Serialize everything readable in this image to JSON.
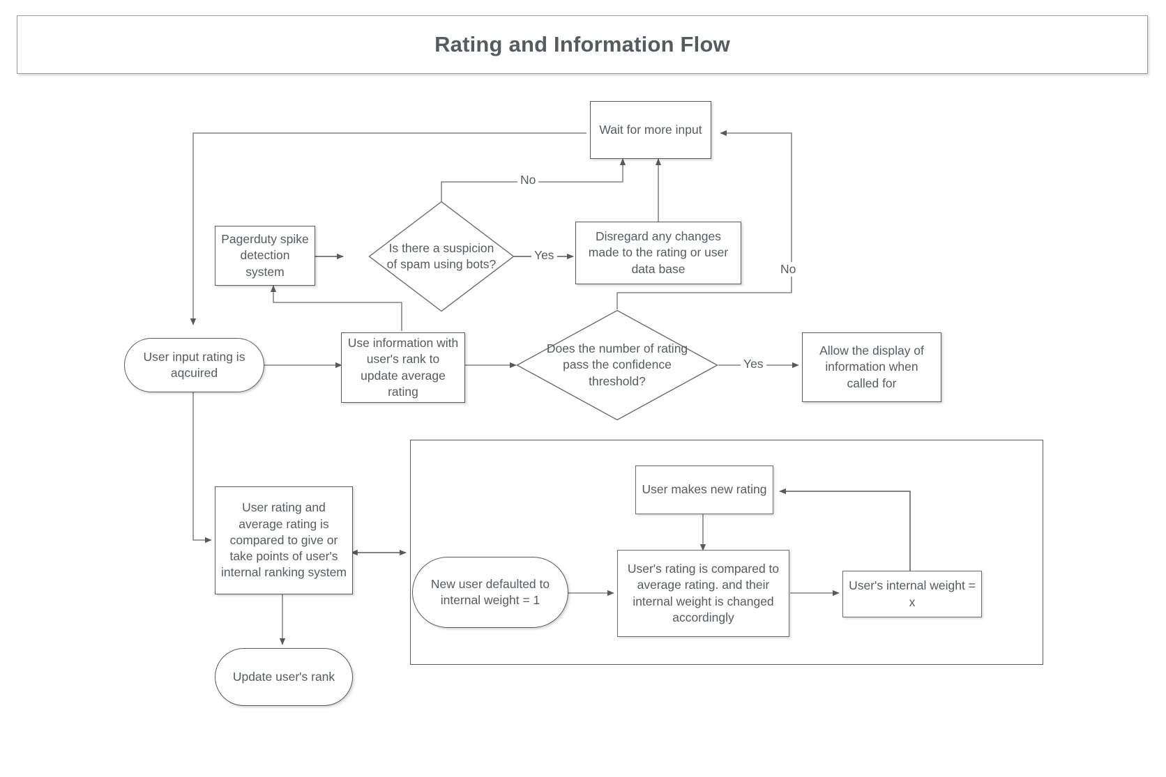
{
  "title": {
    "text": "Rating and Information Flow"
  },
  "colors": {
    "line": "#59595b",
    "text": "#555c5f",
    "background": "#ffffff",
    "border": "#9a9a9a"
  },
  "chart_data": {
    "type": "diagram",
    "diagram_kind": "flowchart",
    "title": "Rating and Information Flow",
    "nodes": [
      {
        "id": "wait",
        "shape": "rectangle",
        "label": "Wait for more input"
      },
      {
        "id": "pagerduty",
        "shape": "rectangle",
        "label": "Pagerduty spike detection system"
      },
      {
        "id": "spam",
        "shape": "diamond",
        "label": "Is there a suspicion of spam using bots?"
      },
      {
        "id": "disregard",
        "shape": "rectangle",
        "label": "Disregard any changes made to the rating or user data base"
      },
      {
        "id": "input",
        "shape": "stadium",
        "label": "User input rating  is aqcuired"
      },
      {
        "id": "useinfo",
        "shape": "rectangle",
        "label": "Use information with user's rank to update average rating"
      },
      {
        "id": "confidence",
        "shape": "diamond",
        "label": "Does the number of rating pass the confidence threshold?"
      },
      {
        "id": "allow",
        "shape": "rectangle",
        "label": "Allow the display of information when called for"
      },
      {
        "id": "compare",
        "shape": "rectangle",
        "label": "User rating and average rating is compared to give or take points of user's internal ranking system"
      },
      {
        "id": "updaterank",
        "shape": "stadium",
        "label": "Update user's rank"
      },
      {
        "id": "newuser",
        "shape": "stadium",
        "label": "New user defaulted to internal weight = 1"
      },
      {
        "id": "makesrating",
        "shape": "rectangle",
        "label": "User makes new rating"
      },
      {
        "id": "compareweight",
        "shape": "rectangle",
        "label": "User's rating is compared to average rating. and their internal weight is changed accordingly"
      },
      {
        "id": "weightx",
        "shape": "rectangle",
        "label": "User's internal weight = x"
      }
    ],
    "edges": [
      {
        "from": "pagerduty",
        "to": "spam",
        "label": ""
      },
      {
        "from": "spam",
        "to": "wait",
        "label": "No"
      },
      {
        "from": "spam",
        "to": "disregard",
        "label": "Yes"
      },
      {
        "from": "disregard",
        "to": "wait",
        "label": ""
      },
      {
        "from": "wait",
        "to": "input",
        "label": ""
      },
      {
        "from": "input",
        "to": "useinfo",
        "label": ""
      },
      {
        "from": "useinfo",
        "to": "pagerduty",
        "label": ""
      },
      {
        "from": "useinfo",
        "to": "confidence",
        "label": ""
      },
      {
        "from": "confidence",
        "to": "allow",
        "label": "Yes"
      },
      {
        "from": "confidence",
        "to": "wait",
        "label": "No"
      },
      {
        "from": "input",
        "to": "compare",
        "label": ""
      },
      {
        "from": "compare",
        "to": "updaterank",
        "label": ""
      },
      {
        "from": "compare",
        "to": "newuser",
        "label": "",
        "bidirectional": true
      },
      {
        "from": "newuser",
        "to": "compareweight",
        "label": ""
      },
      {
        "from": "makesrating",
        "to": "compareweight",
        "label": ""
      },
      {
        "from": "compareweight",
        "to": "weightx",
        "label": ""
      },
      {
        "from": "weightx",
        "to": "makesrating",
        "label": ""
      }
    ],
    "groups": [
      {
        "id": "weight-subsystem",
        "label": "",
        "contains": [
          "newuser",
          "makesrating",
          "compareweight",
          "weightx"
        ]
      }
    ]
  },
  "nodes": {
    "wait": {
      "label": "Wait for more input"
    },
    "pagerduty": {
      "label": "Pagerduty spike detection system"
    },
    "spam": {
      "label": "Is there a suspicion of spam using bots?"
    },
    "disregard": {
      "label": "Disregard any changes made to the rating or user data base"
    },
    "input": {
      "label": "User input rating  is aqcuired"
    },
    "useinfo": {
      "label": "Use information with user's rank to update average rating"
    },
    "confidence": {
      "label": "Does the number of rating pass the confidence threshold?"
    },
    "allow": {
      "label": "Allow the display of information when called for"
    },
    "compare": {
      "label": "User rating and average rating is compared to give or take points of user's internal ranking system"
    },
    "updaterank": {
      "label": "Update user's rank"
    },
    "newuser": {
      "label": "New user defaulted to internal weight = 1"
    },
    "makesrating": {
      "label": "User makes new rating"
    },
    "compareweight": {
      "label": "User's rating is compared to average rating. and their internal weight is changed accordingly"
    },
    "weightx": {
      "label": "User's internal weight = x"
    }
  },
  "edge_labels": {
    "spam_no": "No",
    "spam_yes": "Yes",
    "confidence_yes": "Yes",
    "confidence_no": "No"
  }
}
